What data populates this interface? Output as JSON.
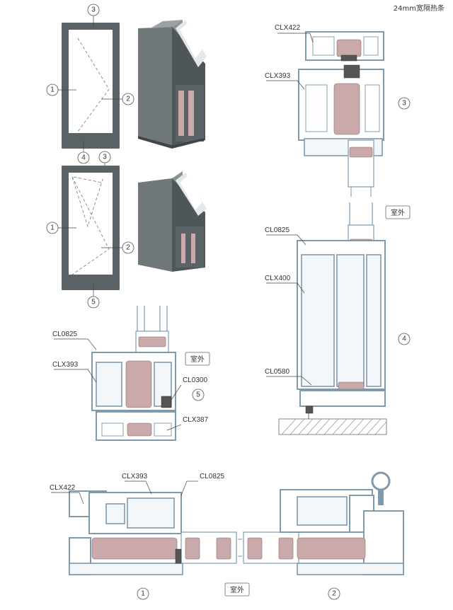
{
  "header": {
    "title": "24mm宽隔热条"
  },
  "markers": {
    "m1": "1",
    "m2": "2",
    "m3": "3",
    "m4": "4",
    "m5": "5"
  },
  "labels": {
    "clx422": "CLX422",
    "clx393": "CLX393",
    "cl0825": "CL0825",
    "clx400": "CLX400",
    "cl0580": "CL0580",
    "cl0300": "CL0300",
    "clx387": "CLX387",
    "outside": "室外"
  },
  "colors": {
    "profile_stroke": "#7f9aad",
    "frame_fill": "#5b6266",
    "glass_fill": "#ffffff",
    "thermal_break": "#c9a9a9"
  }
}
